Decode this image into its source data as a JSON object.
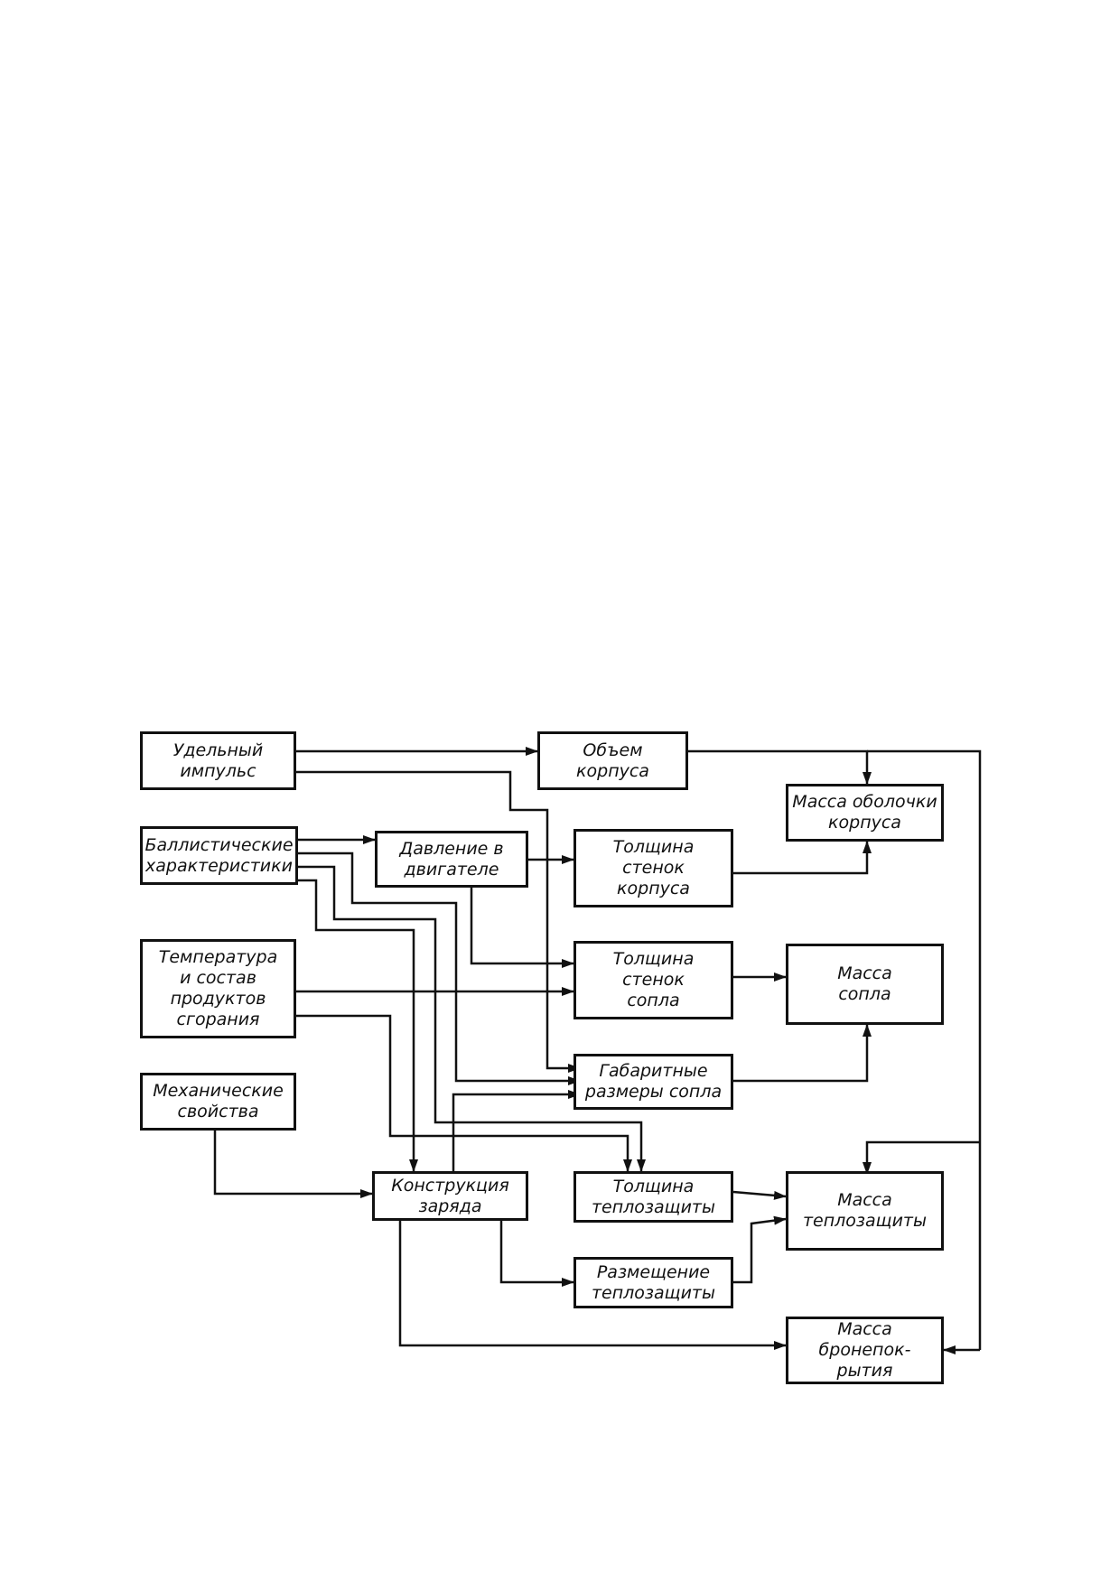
{
  "nodes": [
    {
      "id": "udelny_impuls",
      "label": "Удельный\nимпульс"
    },
    {
      "id": "obem_korpusa",
      "label": "Объем\nкорпуса"
    },
    {
      "id": "massa_obolochki",
      "label": "Масса оболочки\nкорпуса"
    },
    {
      "id": "ballisticheskie",
      "label": "Баллистические\nхарактеристики"
    },
    {
      "id": "davlenie",
      "label": "Давление в\nдвигателе"
    },
    {
      "id": "tolshchina_korpusa",
      "label": "Толщина\nстенок\nкорпуса"
    },
    {
      "id": "temperatura",
      "label": "Температура\nи состав\nпродуктов\nсгорания"
    },
    {
      "id": "tolshchina_sopla",
      "label": "Толщина\nстенок\nсопла"
    },
    {
      "id": "massa_sopla",
      "label": "Масса\nсопла"
    },
    {
      "id": "gabaritnye",
      "label": "Габаритные\nразмеры сопла"
    },
    {
      "id": "mekhanicheskie",
      "label": "Механические\nсвойства"
    },
    {
      "id": "konstrukciya",
      "label": "Конструкция\nзаряда"
    },
    {
      "id": "tolshchina_teplozashchity",
      "label": "Толщина\nтеплозащиты"
    },
    {
      "id": "massa_teplozashchity",
      "label": "Масса\nтеплозащиты"
    },
    {
      "id": "razmeshchenie",
      "label": "Размещение\nтеплозащиты"
    },
    {
      "id": "massa_broni",
      "label": "Масса бронепок-\nрытия"
    }
  ],
  "colors": {
    "line": "#111111",
    "text": "#111111",
    "background": "#ffffff"
  }
}
